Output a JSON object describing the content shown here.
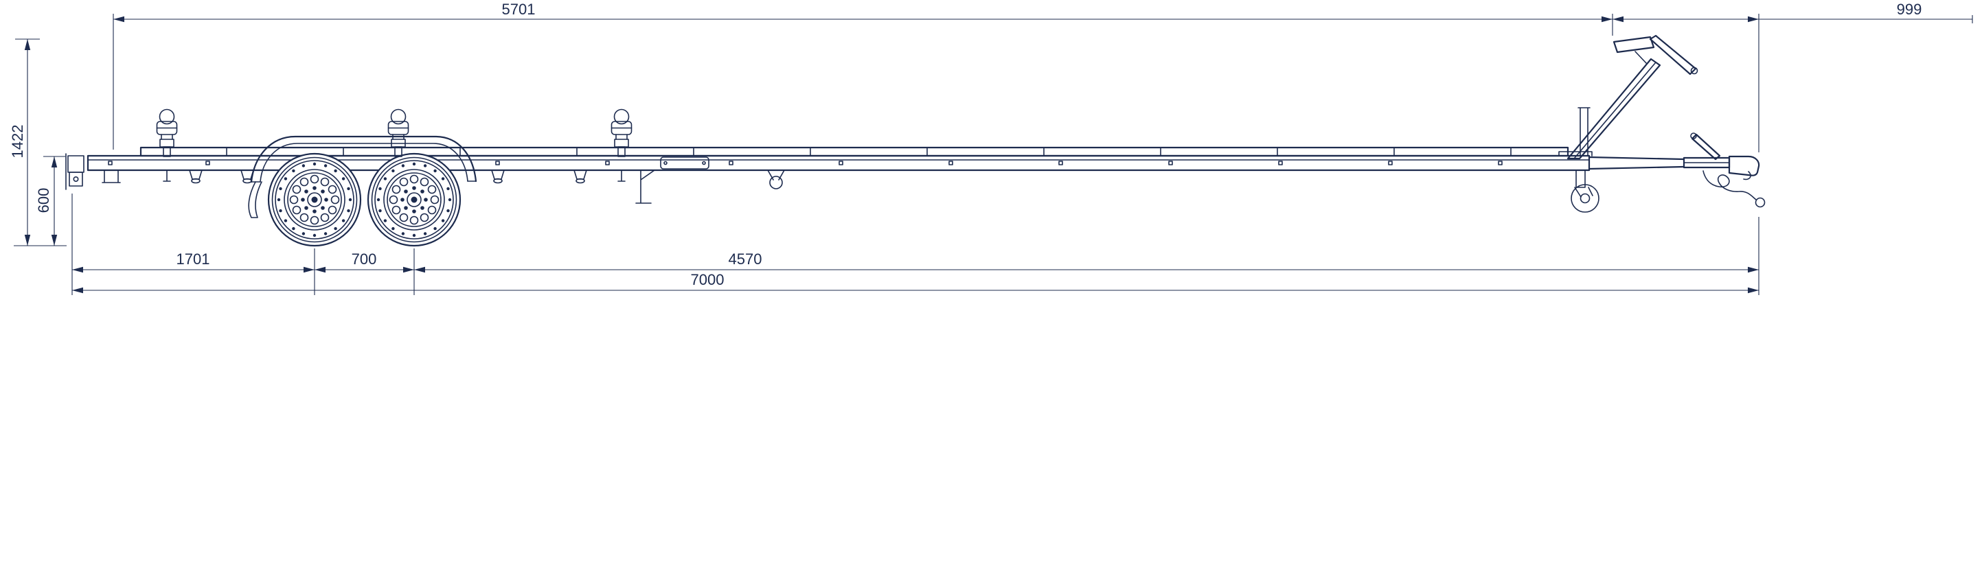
{
  "drawing": {
    "colors": {
      "ink": "#1d2b4e",
      "background": "#ffffff"
    },
    "dimensions": {
      "top": [
        {
          "id": "frame-rear-to-winch-post",
          "value": "5701"
        },
        {
          "id": "winch-post-to-coupling",
          "value": "999"
        }
      ],
      "left": [
        {
          "id": "overall-height",
          "value": "1422"
        },
        {
          "id": "frame-height-from-ground",
          "value": "600"
        }
      ],
      "bottom": [
        {
          "id": "rear-end-to-first-axle",
          "value": "1701"
        },
        {
          "id": "axle-spacing",
          "value": "700"
        },
        {
          "id": "second-axle-to-coupling",
          "value": "4570"
        },
        {
          "id": "overall-length",
          "value": "7000"
        }
      ]
    }
  }
}
